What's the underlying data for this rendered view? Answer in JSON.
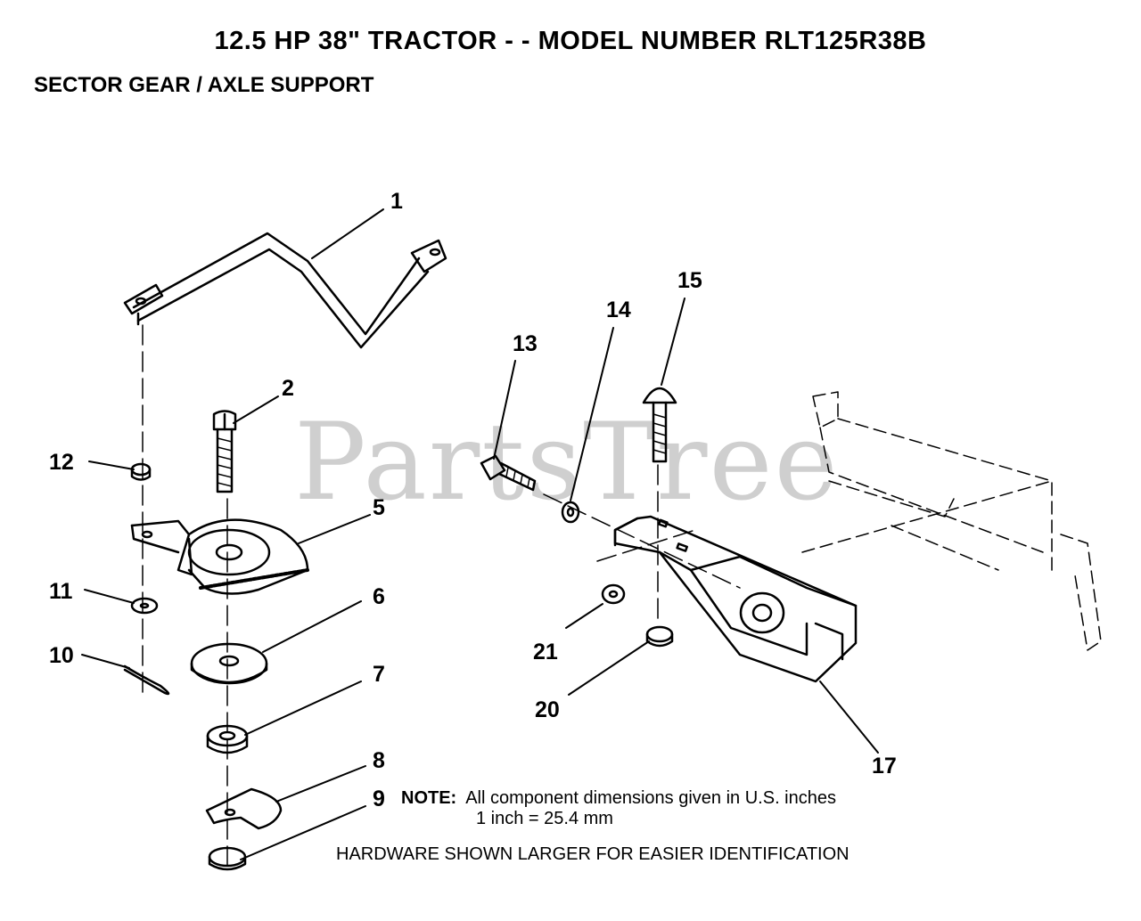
{
  "header": {
    "title": "12.5 HP 38\" TRACTOR - - MODEL NUMBER RLT125R38B",
    "subtitle": "SECTOR GEAR / AXLE SUPPORT"
  },
  "watermark": "PartsTree",
  "callouts": {
    "c1": "1",
    "c2": "2",
    "c5": "5",
    "c6": "6",
    "c7": "7",
    "c8": "8",
    "c9": "9",
    "c10": "10",
    "c11": "11",
    "c12": "12",
    "c13": "13",
    "c14": "14",
    "c15": "15",
    "c17": "17",
    "c20": "20",
    "c21": "21"
  },
  "note": {
    "label": "NOTE:",
    "line1": "All component dimensions given in U.S. inches",
    "line2": "1 inch = 25.4 mm"
  },
  "footer": "HARDWARE SHOWN LARGER FOR EASIER IDENTIFICATION"
}
